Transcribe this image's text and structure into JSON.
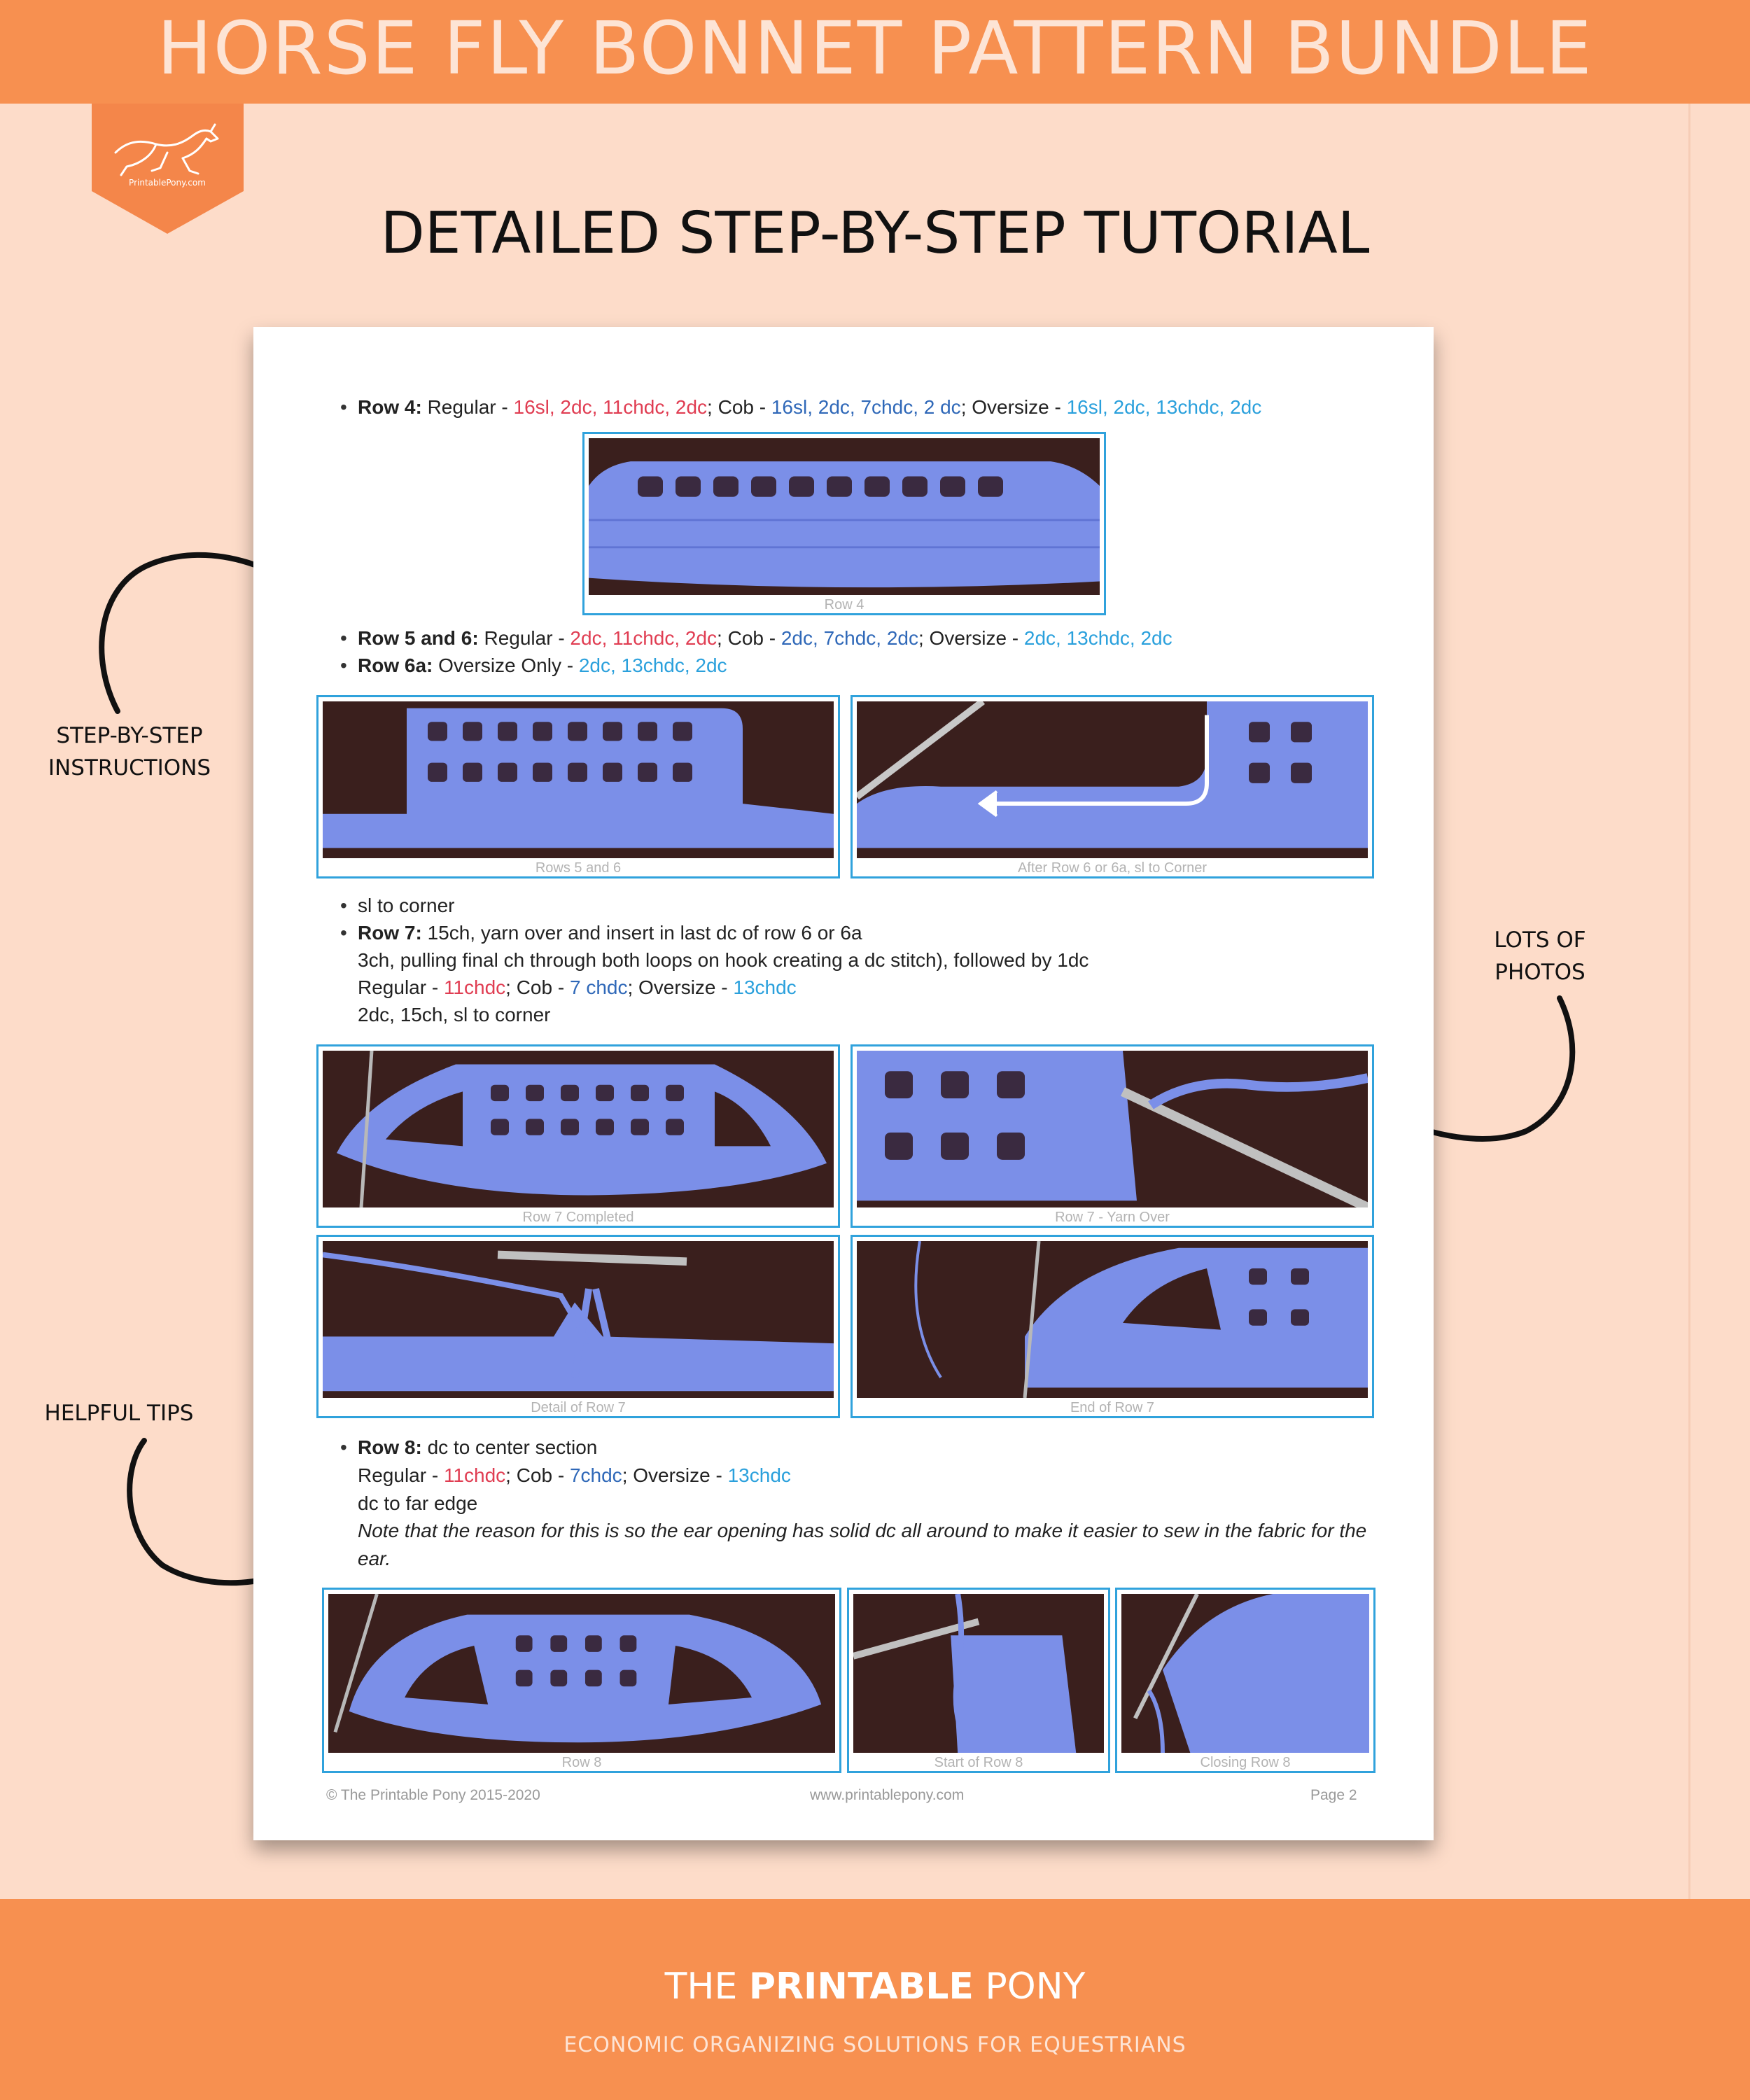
{
  "header": {
    "title": "HORSE FLY BONNET PATTERN BUNDLE"
  },
  "logo": {
    "text": "PrintablePony.com"
  },
  "subtitle": "DETAILED STEP-BY-STEP TUTORIAL",
  "callouts": {
    "steps": [
      "STEP-BY-STEP",
      "INSTRUCTIONS"
    ],
    "photos": [
      "LOTS OF",
      "PHOTOS"
    ],
    "tips": "HELPFUL TIPS"
  },
  "document": {
    "row4": {
      "label": "Row 4:",
      "regular_label": "Regular - ",
      "regular": "16sl, 2dc, 11chdc, 2dc",
      "cob_label": "; Cob - ",
      "cob": "16sl, 2dc, 7chdc, 2 dc",
      "oversize_label": "; Oversize - ",
      "oversize": "16sl, 2dc, 13chdc, 2dc",
      "photo_caption": "Row 4"
    },
    "row5": {
      "label": "Row 5 and 6:",
      "regular_label": "Regular - ",
      "regular": "2dc, 11chdc, 2dc",
      "cob_label": "; Cob - ",
      "cob": "2dc, 7chdc, 2dc",
      "oversize_label": "; Oversize - ",
      "oversize": "2dc, 13chdc, 2dc"
    },
    "row6a": {
      "label": "Row 6a:",
      "oversize_label": "Oversize Only - ",
      "oversize": "2dc, 13chdc, 2dc"
    },
    "photos_row5": [
      "Rows 5 and 6",
      "After Row 6 or 6a, sl to Corner"
    ],
    "sl_corner": "sl to corner",
    "row7": {
      "label": "Row 7:",
      "line1": "15ch, yarn over and insert in last dc of row 6 or 6a",
      "line2": "3ch, pulling final ch through both loops on hook creating a dc stitch), followed by 1dc",
      "regular_label": "Regular - ",
      "regular": "11chdc",
      "cob_label": "; Cob - ",
      "cob": "7 chdc",
      "oversize_label": "; Oversize - ",
      "oversize": "13chdc",
      "line4": "2dc, 15ch, sl to corner"
    },
    "photos_row7": [
      "Row 7 Completed",
      "Row 7 - Yarn Over",
      "Detail of Row 7",
      "End of Row 7"
    ],
    "row8": {
      "label": "Row 8:",
      "line1": "dc to center section",
      "regular_label": "Regular - ",
      "regular": "11chdc",
      "cob_label": "; Cob - ",
      "cob": "7chdc",
      "oversize_label": "; Oversize - ",
      "oversize": "13chdc",
      "line3": "dc to far edge",
      "note": "Note that the reason for this is so the ear opening has solid dc all around to make it easier to sew in the fabric for the ear."
    },
    "photos_row8": [
      "Row 8",
      "Start of Row 8",
      "Closing Row 8"
    ],
    "footer": {
      "copyright": "© The Printable Pony 2015-2020",
      "url": "www.printablepony.com",
      "page": "Page 2"
    }
  },
  "footer": {
    "brand_pre": "THE ",
    "brand_bold": "PRINTABLE",
    "brand_post": " PONY",
    "tagline": "ECONOMIC ORGANIZING SOLUTIONS FOR EQUESTRIANS"
  },
  "colors": {
    "accent": "#f79050",
    "background": "#fddcc9",
    "regular": "#e03d52",
    "cob": "#2f68b8",
    "oversize": "#2aa0dc",
    "photo_border": "#30a2dc",
    "yarn": "#6f86e8"
  }
}
